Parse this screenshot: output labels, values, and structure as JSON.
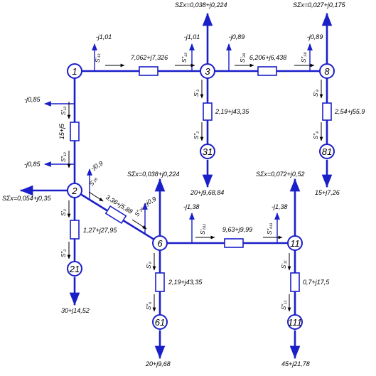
{
  "nodes": {
    "n1": "1",
    "n2": "2",
    "n3": "3",
    "n6": "6",
    "n8": "8",
    "n11": "11",
    "n21": "21",
    "n31": "31",
    "n61": "61",
    "n81": "81",
    "n111": "111"
  },
  "branches": {
    "b13": "7,062+j7,326",
    "b38": "6,206+j6,438",
    "b12": "15+j5",
    "b26": "3,36+j5,88",
    "b611": "9,63+j9,99",
    "b221": "1,27+j27,95",
    "b331": "2,19+j43,35",
    "b661": "2,19+j43,35",
    "b881": "2,54+j55,9",
    "b11111": "0,7+j17,5"
  },
  "injections": {
    "q1_up": "-j1,01",
    "q3_left": "-j1,01",
    "q3_right": "-j0,89",
    "q8_up": "-j0,89",
    "q1_left": "-j0,85",
    "q2_up": "-j0,85",
    "q2_diag": "-j0,9",
    "q6_diag": "-j0,9",
    "q6_right": "-j1,38",
    "q11_up": "-j1,38"
  },
  "loads": {
    "s3": "SΣx=0,038+j0,224",
    "s8": "SΣx=0,027+j0,175",
    "s6": "SΣx=0,038+j0,224",
    "s11": "SΣx=0,072+j0,52",
    "s2": "SΣx=0,054+j0,35",
    "l31": "20+j9,68,84",
    "l81": "15+j7,26",
    "l21": "30+j14,52",
    "l61": "20+j9,68",
    "l111": "45+j21,78"
  },
  "flows": {
    "f13a": "S′₁₃",
    "f13b": "S″₁₃",
    "f38a": "S′₃₈",
    "f38b": "S″₃₈",
    "f12a": "S′₁₂",
    "f12b": "S″₁₂",
    "f26a": "S′₂₆",
    "f26b": "S″₂₆",
    "f611a": "S′₆₁₁",
    "f611b": "S″₆₁₁",
    "f331a": "S′₃",
    "f331b": "S″₃",
    "f881a": "S′₈",
    "f881b": "S″₈",
    "f221a": "S′₂",
    "f221b": "S″₂",
    "f661a": "S′₆",
    "f661b": "S″₆",
    "f1111a": "S′₁₁",
    "f1111b": "S″₁₁"
  }
}
